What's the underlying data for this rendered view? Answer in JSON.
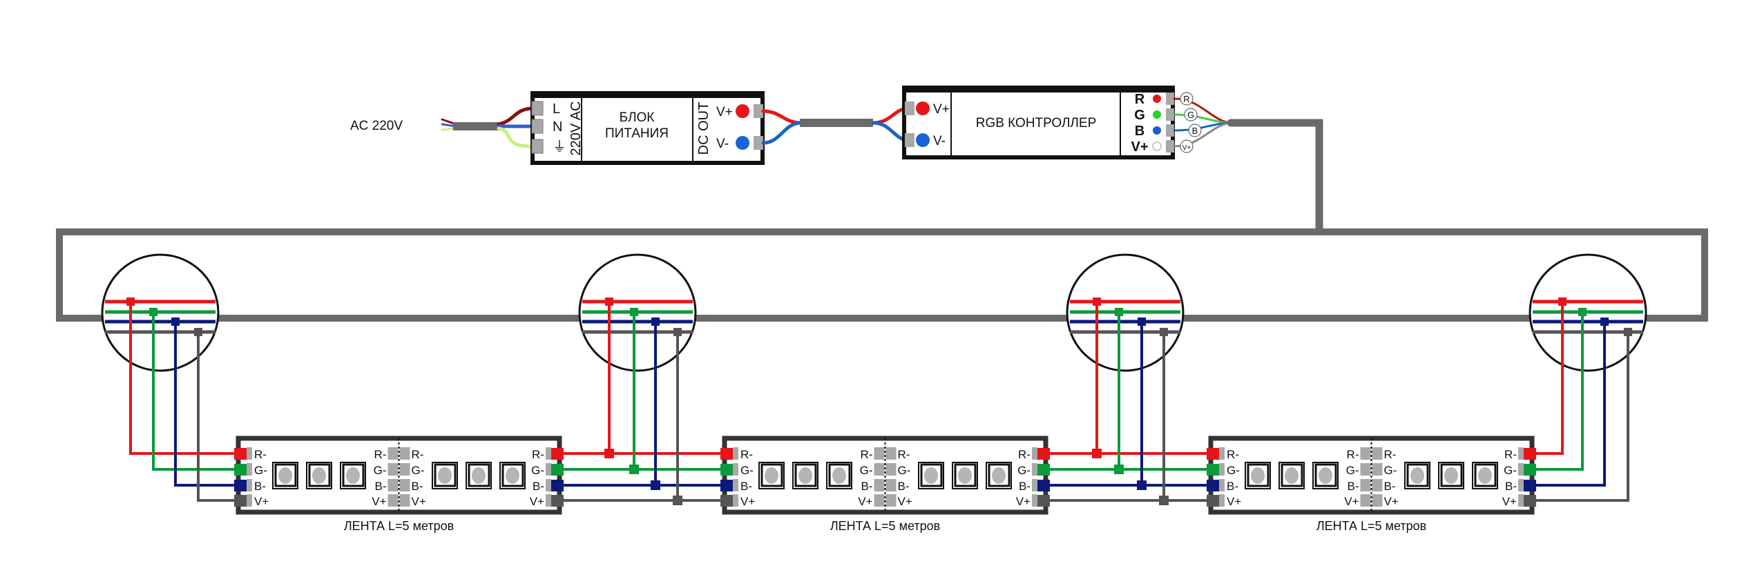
{
  "input": {
    "label": "AC 220V"
  },
  "psu": {
    "terminals": [
      "L",
      "N",
      "⏚"
    ],
    "input_label": "220V AC",
    "title_line1": "БЛОК",
    "title_line2": "ПИТАНИЯ",
    "output_label": "DC OUT",
    "out_plus": "V+",
    "out_minus": "V-"
  },
  "controller": {
    "in_plus": "V+",
    "in_minus": "V-",
    "title": "RGB КОНТРОЛЛЕР",
    "outputs": [
      "R",
      "G",
      "B",
      "V+"
    ],
    "wire_tags": [
      "R",
      "G",
      "B",
      "V+"
    ]
  },
  "strip": {
    "pins": [
      "R-",
      "G-",
      "B-",
      "V+"
    ],
    "caption": "ЛЕНТА L=5 метров",
    "count": 3
  },
  "colors": {
    "red": "#e8141b",
    "green": "#0c9a3c",
    "blue": "#0c1a7a",
    "grey": "#555555",
    "cable": "#6a6a6a",
    "pad": "#a8a8a8",
    "dot_red": "#e8141b",
    "dot_green": "#22d52a",
    "dot_blue": "#1560d0",
    "wire_blue": "#1a63c8",
    "ground": "#c8f080",
    "live": "#8a1010"
  }
}
